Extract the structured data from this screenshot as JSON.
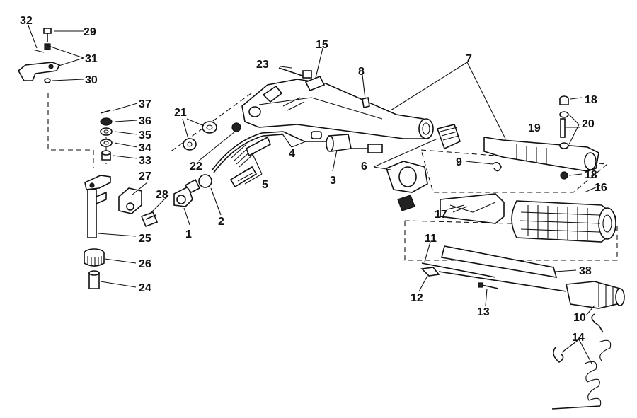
{
  "labels": {
    "1": "1",
    "2": "2",
    "3": "3",
    "4": "4",
    "5": "5",
    "6": "6",
    "7": "7",
    "8": "8",
    "9": "9",
    "10": "10",
    "11": "11",
    "12": "12",
    "13": "13",
    "14": "14",
    "15": "15",
    "16": "16",
    "17": "17",
    "18a": "18",
    "18b": "18",
    "19": "19",
    "20": "20",
    "21": "21",
    "22": "22",
    "23": "23",
    "24": "24",
    "25": "25",
    "26": "26",
    "27": "27",
    "28": "28",
    "29": "29",
    "30": "30",
    "31": "31",
    "32": "32",
    "33": "33",
    "34": "34",
    "35": "35",
    "36": "36",
    "37": "37",
    "38": "38"
  },
  "colors": {
    "ink": "#111111",
    "paper": "#ffffff"
  }
}
